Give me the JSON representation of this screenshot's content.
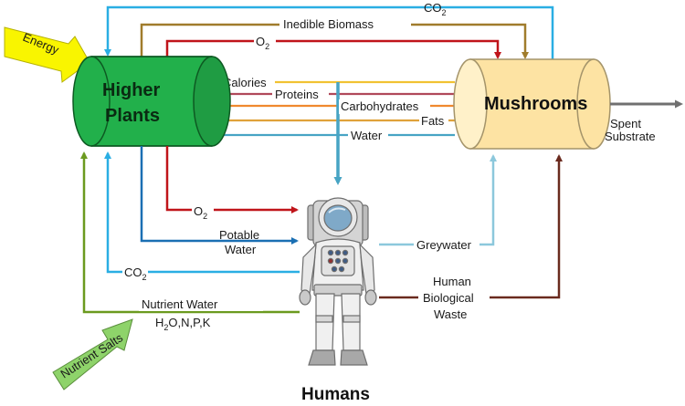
{
  "nodes": {
    "plants": {
      "line1": "Higher",
      "line2": "Plants"
    },
    "mushrooms": {
      "label": "Mushrooms"
    },
    "humans": {
      "label": "Humans"
    }
  },
  "inputs": {
    "energy": "Energy",
    "nutrient_salts": "Nutrient Salts"
  },
  "flows": {
    "co2_top_main": "CO",
    "co2_top_sub": "2",
    "inedible_biomass": "Inedible Biomass",
    "o2_top_main": "O",
    "o2_top_sub": "2",
    "calories": "Calories",
    "proteins": "Proteins",
    "carbohydrates": "Carbohydrates",
    "fats": "Fats",
    "water": "Water",
    "o2_humans_main": "O",
    "o2_humans_sub": "2",
    "potable_line1": "Potable",
    "potable_line2": "Water",
    "greywater": "Greywater",
    "co2_bottom_main": "CO",
    "co2_bottom_sub": "2",
    "nutrient_water": "Nutrient Water",
    "nutrient_formula_a": "H",
    "nutrient_formula_sub": "2",
    "nutrient_formula_b": "O,N,P,K",
    "hbw_line1": "Human",
    "hbw_line2": "Biological",
    "hbw_line3": "Waste",
    "spent_line1": "Spent",
    "spent_line2": "Substrate"
  },
  "colors": {
    "plants_fill": "#22b04b",
    "mushrooms_fill": "#fde3a3",
    "energy_fill": "#f9f500",
    "nutrient_fill": "#8ed36a",
    "co2": "#2aaee3",
    "inedible": "#a07c2c",
    "o2": "#c0141a",
    "calories": "#f1c232",
    "proteins": "#b0485a",
    "carbs": "#f0892e",
    "fats": "#e0a23a",
    "water": "#47a4c4",
    "potable": "#1a6fb3",
    "greywater": "#8cc8dc",
    "nutrient_water": "#6b9a1f",
    "waste": "#6a2a1e",
    "spent": "#707070"
  }
}
